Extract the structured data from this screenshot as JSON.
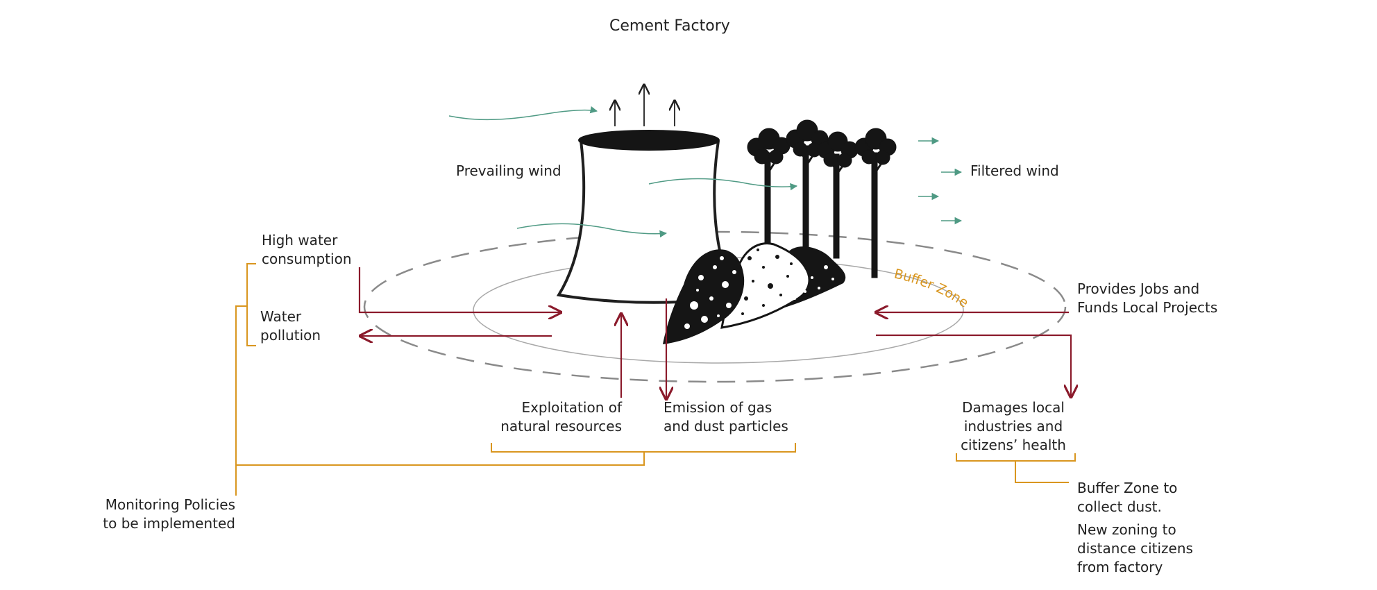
{
  "title": "Cement Factory",
  "labels": {
    "prevailing_wind": "Prevailing wind",
    "filtered_wind": "Filtered wind",
    "high_water": "High water\nconsumption",
    "water_pollution": "Water\npollution",
    "provides_jobs": "Provides Jobs and\nFunds Local Projects",
    "exploitation": "Exploitation of\nnatural resources",
    "emission": "Emission of gas\nand dust particles",
    "damages": "Damages local\nindustries and\ncitizens’ health",
    "monitoring": "Monitoring Policies\nto be implemented",
    "buffer_collect": "Buffer Zone to\ncollect dust.",
    "new_zoning": "New zoning to\ndistance citizens\nfrom factory",
    "buffer_zone": "Buffer Zone"
  },
  "colors": {
    "impact_arrow": "#8b1a2b",
    "bracket": "#d9961f",
    "wind": "#4f9a84",
    "buffer_label": "#d9961f",
    "outline": "#1f1f1f",
    "dashed_ring": "#8a8a8a",
    "inner_ring": "#a8a8a8"
  },
  "icons": [
    "factory-icon",
    "tree-icon",
    "stockpile-icon",
    "wind-arrow-icon"
  ]
}
